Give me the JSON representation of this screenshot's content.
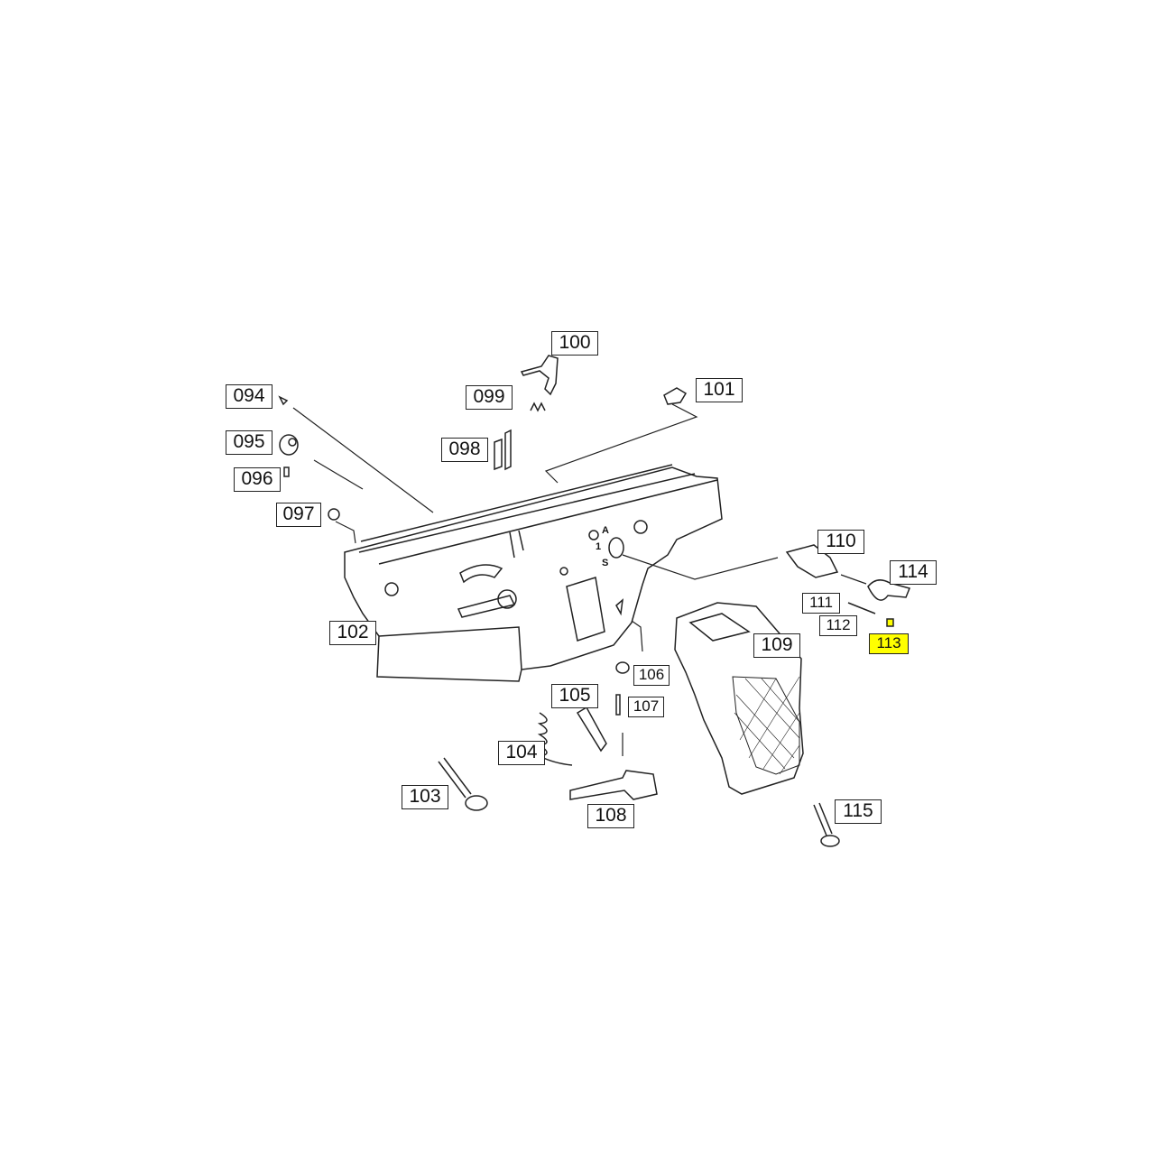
{
  "diagram": {
    "labels": {
      "p094": "094",
      "p095": "095",
      "p096": "096",
      "p097": "097",
      "p098": "098",
      "p099": "099",
      "p100": "100",
      "p101": "101",
      "p102": "102",
      "p103": "103",
      "p104": "104",
      "p105": "105",
      "p106": "106",
      "p107": "107",
      "p108": "108",
      "p109": "109",
      "p110": "110",
      "p111": "111",
      "p112": "112",
      "p113": "113",
      "p114": "114",
      "p115": "115"
    },
    "selector_markings": {
      "a": "A",
      "one": "1",
      "s": "S"
    },
    "highlighted_part": "113",
    "highlight_color": "#ffff00"
  }
}
